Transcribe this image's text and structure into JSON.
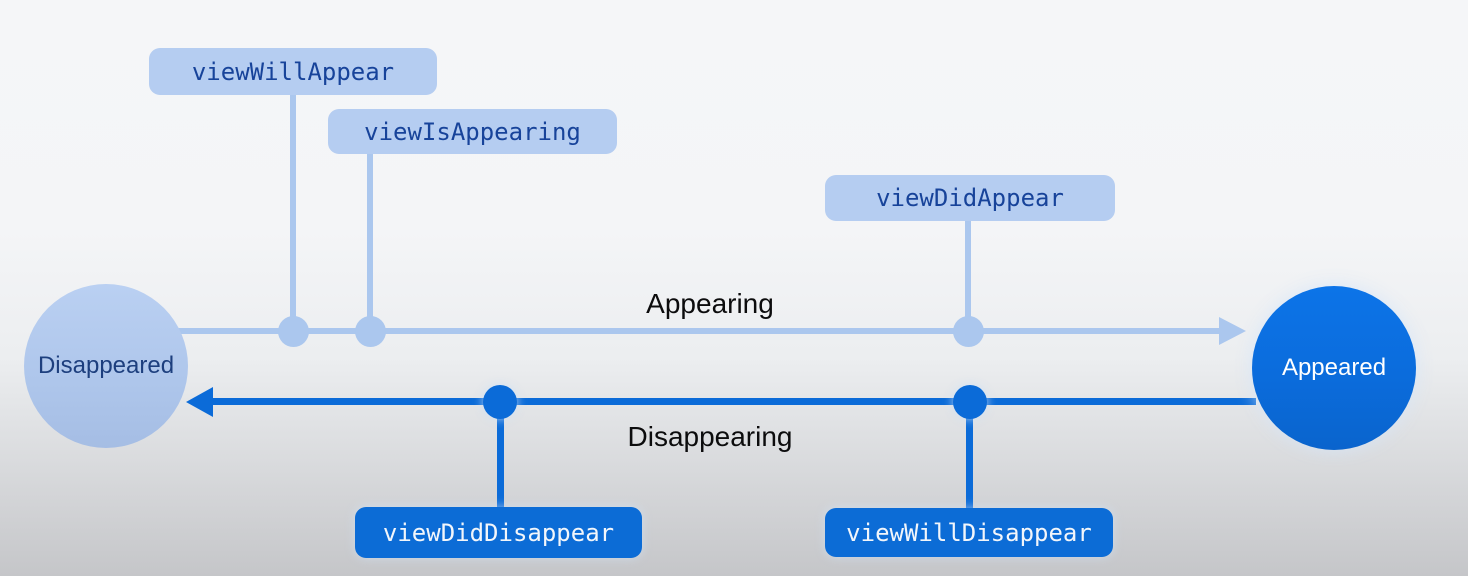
{
  "diagram": {
    "title_hint": "View controller appearance lifecycle timeline",
    "states": {
      "disappeared": {
        "label": "Disappeared"
      },
      "appeared": {
        "label": "Appeared"
      }
    },
    "transitions": {
      "appearing": {
        "label": "Appearing",
        "direction": "left-to-right"
      },
      "disappearing": {
        "label": "Disappearing",
        "direction": "right-to-left"
      }
    },
    "callouts": {
      "view_will_appear": "viewWillAppear",
      "view_is_appearing": "viewIsAppearing",
      "view_did_appear": "viewDidAppear",
      "view_did_disappear": "viewDidDisappear",
      "view_will_disappear": "viewWillDisappear"
    },
    "colors": {
      "light_blue_fill": "#b5cdf1",
      "light_blue_line": "#abc7ee",
      "dark_blue_fill": "#0c6cd6",
      "dark_blue_line": "#0b6bd8",
      "light_box_text": "#17439a",
      "dark_box_text": "#f2f6fb",
      "transition_text": "#0c0c0d",
      "background_top": "#f5f6f8",
      "background_bottom": "#c5c6c9"
    }
  }
}
